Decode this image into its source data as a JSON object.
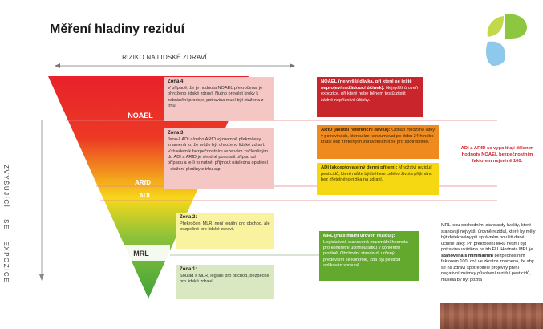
{
  "title": "Měření hladiny reziduí",
  "risk_axis": {
    "label": "RIZIKO NA LIDSKÉ ZDRAVÍ"
  },
  "exposure_axis": {
    "words": [
      "ZVYŠUJÍCÍ",
      "SE",
      "EXPOZICE"
    ]
  },
  "levels": {
    "noael": "NOAEL",
    "arfd": "ARfD",
    "adi": "ADI",
    "mrl": "MRL"
  },
  "zones": {
    "z4": {
      "title": "Zóna 4:",
      "text": "V případě, že je hodnota NOAEL překročena, je ohroženo lidské zdraví. Nutno provést kroky k zabránění prodeje, potravina musí být stažena z trhu."
    },
    "z3": {
      "title": "Zóna 3:",
      "text": "Jsou-li ADI a/nebo ARfD významně překročeny, znamená to, že může být ohroženo lidské zdraví. Vzhledem k bezpečnostním rezervám začleněným do ADI a ARfD je vhodné posoudit případ od případu a je-li to nutné, přijmout následná opatření - stažení plodiny z trhu atp."
    },
    "z2": {
      "title": "Zóna 2:",
      "text": "Překročení MLR, není legální pro obchod, ale bezpečné pro lidské zdraví."
    },
    "z1": {
      "title": "Zóna 1:",
      "text": "Soulad s MLR, legální pro obchod, bezpečné pro lidské zdraví."
    }
  },
  "definitions": {
    "noael": {
      "title": "NOAEL (nejvyšší dávka, při které se ještě neprojeví nežádoucí účinek):",
      "text": "Nejvyšší úroveň expozice, při které nebe během testů zjistit žádné nepříznivé účinky."
    },
    "arfd": {
      "title": "ARfD (akutní referenční dávka):",
      "text": "Odhad množství látky v potravinách, kterou lze konzumovat po dobu 24 h nebo kratší bez zřetelných zdravotních rizik pro spotřebitele."
    },
    "adi": {
      "title": "ADI (akceptovatelný denní příjem):",
      "text": "Množství reziduí pesticidů, které může být během celého života přijímáno bez zřetelného rizika na zdraví."
    },
    "mrl": {
      "title": "MRL (maximální úroveň reziduí):",
      "text": "Legislativně stanovená maximální hodnota pro konkrétní účinnou látku v konkrétní plodině. Obchodní standard, určený především ke kontrole, zda byl pesticid aplikován správně."
    }
  },
  "safety_note": "ADI a ARfD se vypočítají dělením hodnoty NOAEL bezpečnostním faktorem nejméně 100.",
  "mrl_note": {
    "part1": "MRL jsou obchodními standardy kvality, které stanovují nejvyšší úrovně reziduí, které by měly být detekovány při správném použití dané účinné látky. Při překročení MRL nesmí být potravina uváděna na trh EU. Hodnota MRL je ",
    "bold": "stanovena s minimálním",
    "part2": " bezpečnostním faktorem 100, což ve zkratce znamená, že aby se na zdraví spotřebitele projevily první negativní známky působení reziduí pesticidů, museia by být požitá"
  },
  "colors": {
    "red": "#e8212b",
    "orange": "#f28c1e",
    "yellow": "#f7d81a",
    "green": "#5faf2f",
    "logo_green": "#8dc63f",
    "logo_blue": "#8ec8ea"
  }
}
